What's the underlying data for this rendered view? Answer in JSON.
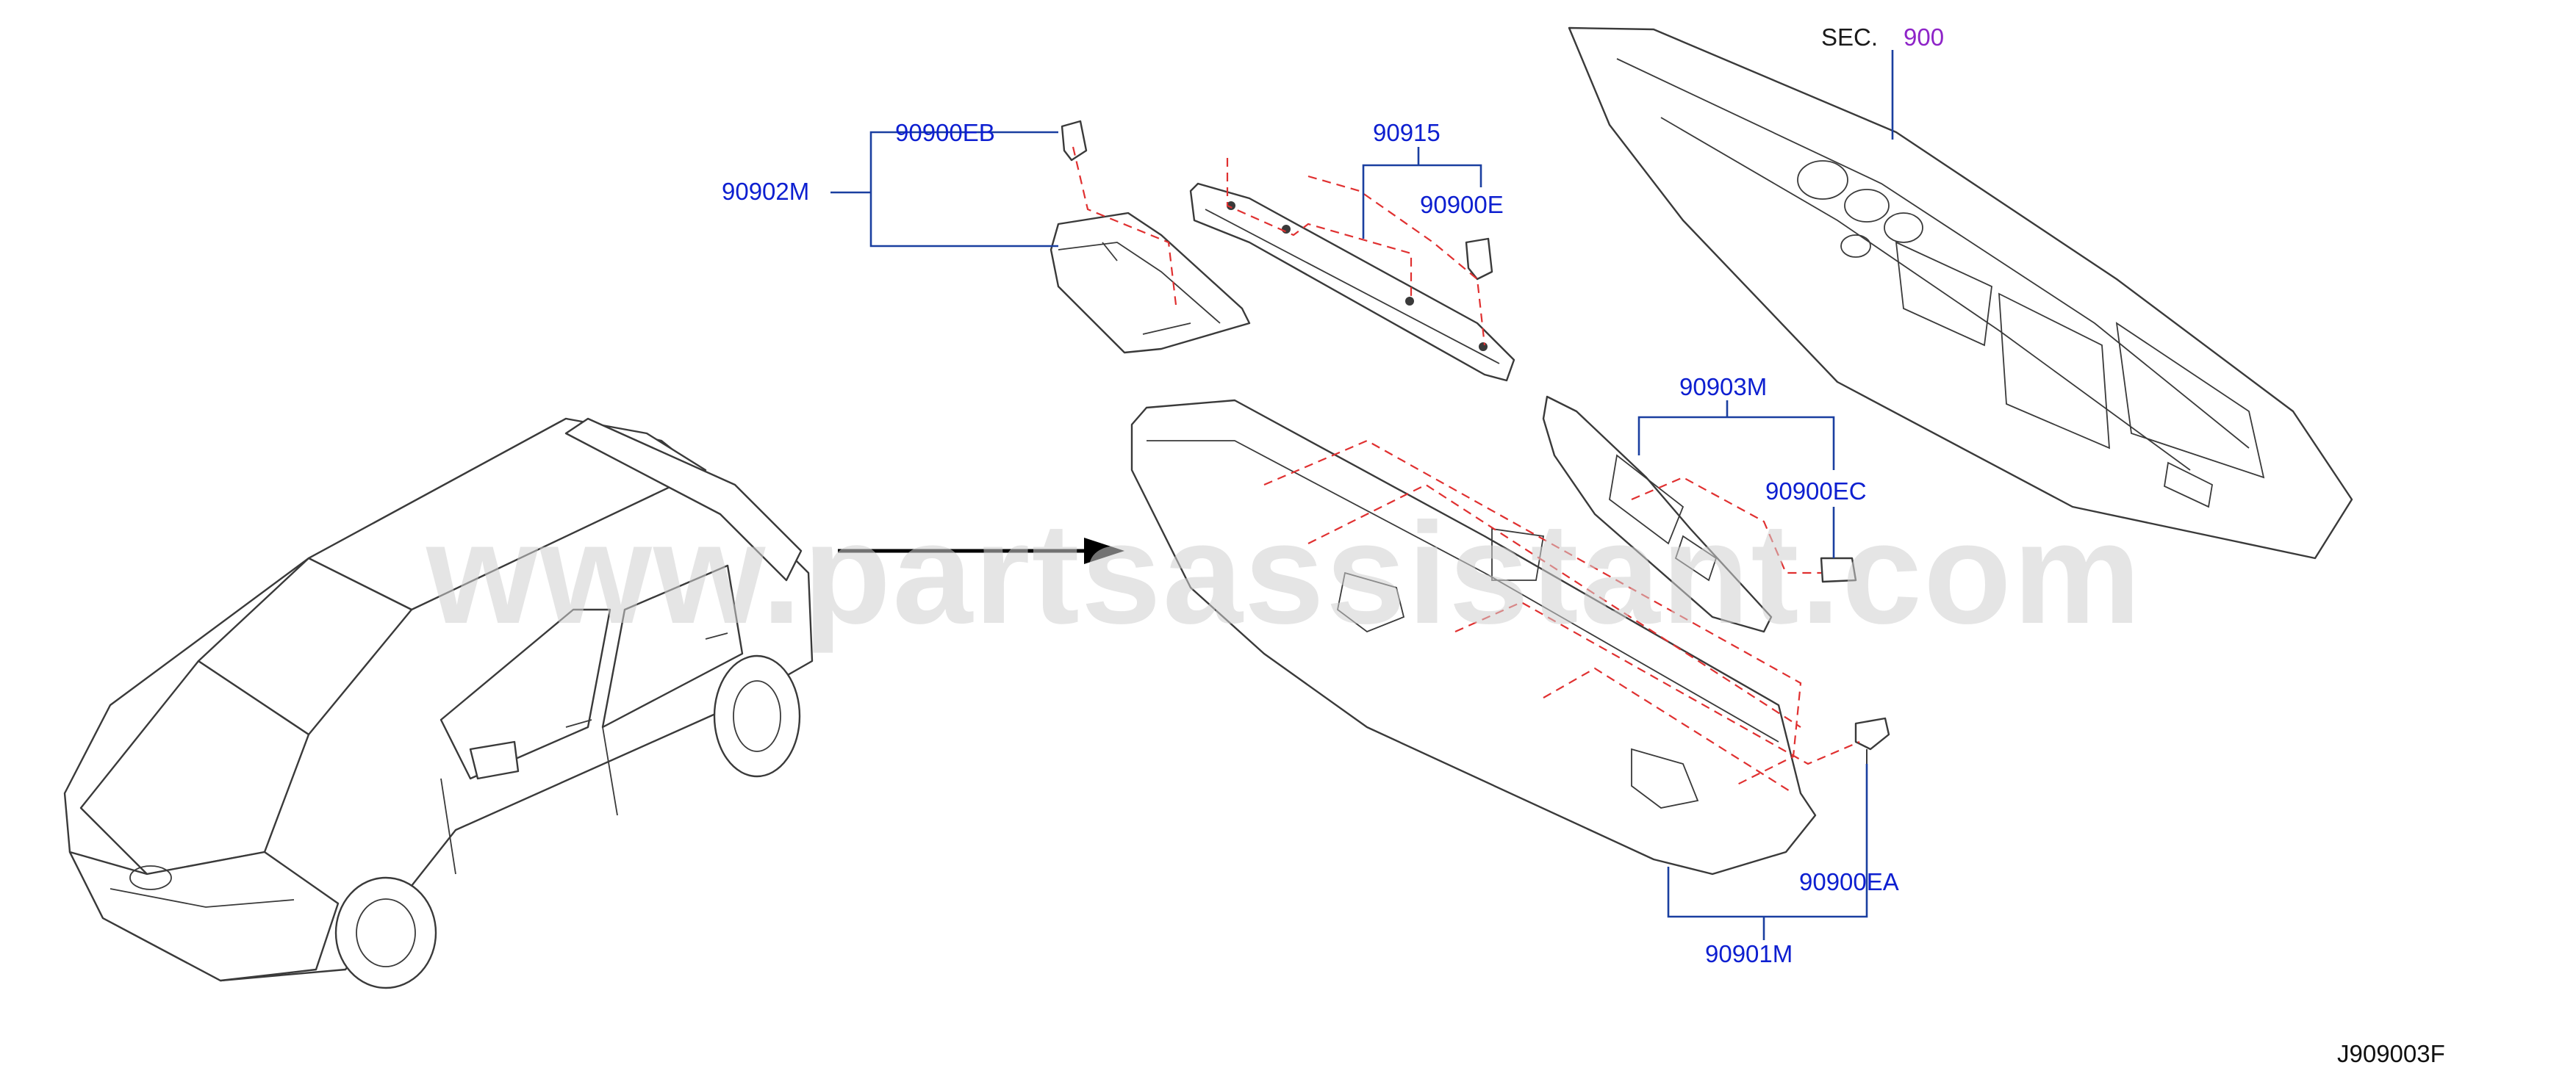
{
  "watermark": "www.partsassistant.com",
  "section_ref": {
    "prefix": "SEC.",
    "number": "900"
  },
  "part_labels": {
    "p90900EB": "90900EB",
    "p90902M": "90902M",
    "p90915": "90915",
    "p90900E": "90900E",
    "p90903M": "90903M",
    "p90900EC": "90900EC",
    "p90900EA": "90900EA",
    "p90901M": "90901M"
  },
  "diagram_id": "J909003F",
  "colors": {
    "label_blue": "#0d1fd0",
    "section_purple": "#8e24c8",
    "dashed_red": "#e03030",
    "outline": "#3a3a3a"
  },
  "icons": [
    "vehicle-illustration",
    "direction-arrow",
    "clip-fastener"
  ]
}
